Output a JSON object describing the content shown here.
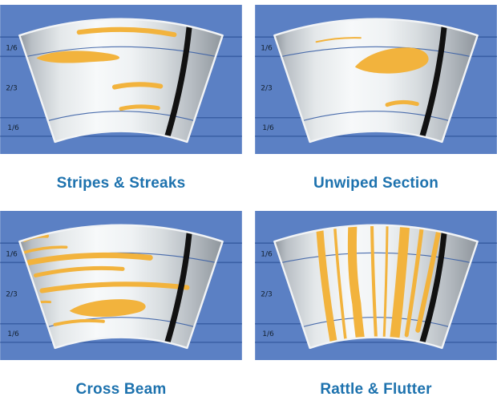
{
  "colors": {
    "panel_bg": "#5b80c4",
    "panel_line": "#3a5fa5",
    "streak": "#f2b33d",
    "blade": "#111111",
    "label": "#13202f",
    "title": "#1d72ae"
  },
  "panels": [
    {
      "name": "stripes-streaks",
      "title": "Stripes & Streaks",
      "labels": [
        "1/6",
        "2/3",
        "1/6"
      ]
    },
    {
      "name": "unwiped-section",
      "title": "Unwiped Section",
      "labels": [
        "1/6",
        "2/3",
        "1/6"
      ]
    },
    {
      "name": "cross-beam",
      "title": "Cross Beam",
      "labels": [
        "1/6",
        "2/3",
        "1/6"
      ]
    },
    {
      "name": "rattle-flutter",
      "title": "Rattle & Flutter",
      "labels": [
        "1/6",
        "2/3",
        "1/6"
      ]
    }
  ]
}
